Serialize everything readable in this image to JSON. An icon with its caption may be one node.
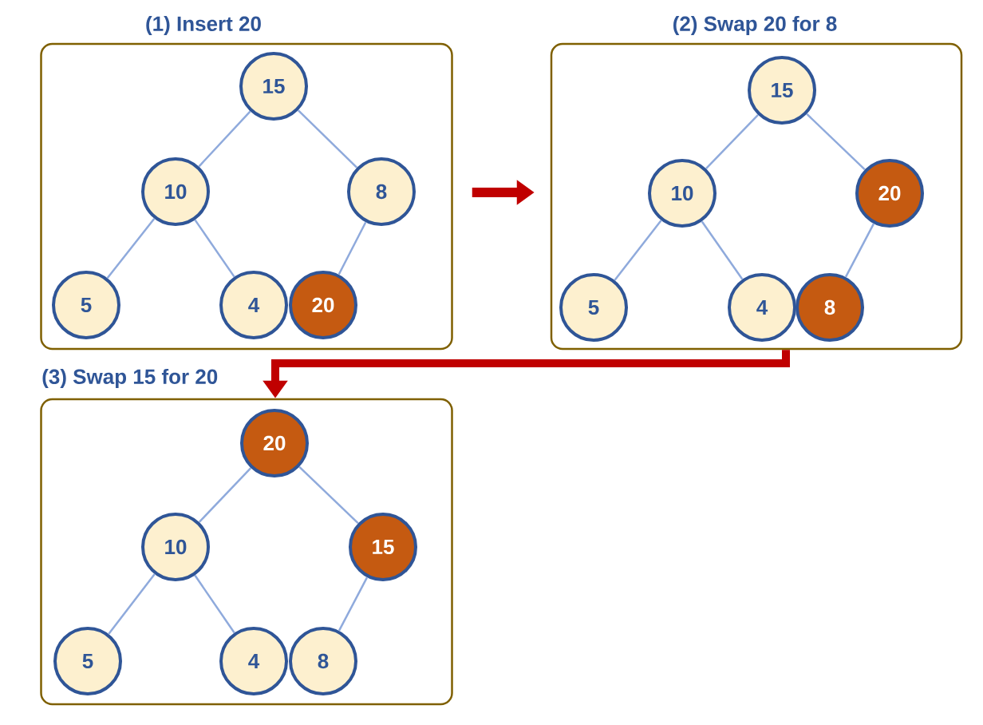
{
  "diagram": {
    "nodes": [
      {
        "text": [
          "(1) Insert 20"
        ]
      },
      {
        "text": [
          "15"
        ],
        "in": 0
      },
      {
        "text": [
          "10"
        ],
        "in": 0
      },
      {
        "text": [
          "8"
        ],
        "in": 0
      },
      {
        "text": [
          "5"
        ],
        "in": 0
      },
      {
        "text": [
          "4"
        ],
        "in": 0
      },
      {
        "text": [
          "20"
        ],
        "in": 0
      },
      {
        "text": [
          "(2) Swap 20 for 8"
        ]
      },
      {
        "text": [
          "15"
        ],
        "in": 7
      },
      {
        "text": [
          "10"
        ],
        "in": 7
      },
      {
        "text": [
          "20"
        ],
        "in": 7
      },
      {
        "text": [
          "5"
        ],
        "in": 7
      },
      {
        "text": [
          "4"
        ],
        "in": 7
      },
      {
        "text": [
          "8"
        ],
        "in": 7
      },
      {
        "text": [
          "(3) Swap 15 for 20"
        ]
      },
      {
        "text": [
          "20"
        ],
        "in": 14
      },
      {
        "text": [
          "10"
        ],
        "in": 14
      },
      {
        "text": [
          "15"
        ],
        "in": 14
      },
      {
        "text": [
          "5"
        ],
        "in": 14
      },
      {
        "text": [
          "4"
        ],
        "in": 14
      },
      {
        "text": [
          "8"
        ],
        "in": 14
      }
    ],
    "edges": [
      {
        "from": 1,
        "to": 2,
        "arrow": "none"
      },
      {
        "from": 1,
        "to": 3,
        "arrow": "none"
      },
      {
        "from": 2,
        "to": 4,
        "arrow": "none"
      },
      {
        "from": 2,
        "to": 5,
        "arrow": "none"
      },
      {
        "from": 3,
        "to": 6,
        "arrow": "none"
      },
      {
        "from": 8,
        "to": 9,
        "arrow": "none"
      },
      {
        "from": 8,
        "to": 10,
        "arrow": "none"
      },
      {
        "from": 9,
        "to": 11,
        "arrow": "none"
      },
      {
        "from": 9,
        "to": 12,
        "arrow": "none"
      },
      {
        "from": 10,
        "to": 13,
        "arrow": "none"
      },
      {
        "from": 15,
        "to": 16,
        "arrow": "none"
      },
      {
        "from": 15,
        "to": 17,
        "arrow": "none"
      },
      {
        "from": 16,
        "to": 18,
        "arrow": "none"
      },
      {
        "from": 16,
        "to": 19,
        "arrow": "none"
      },
      {
        "from": 17,
        "to": 20,
        "arrow": "none"
      },
      {
        "from": 0,
        "to": 7,
        "arrow": "to",
        "style": "thick",
        "color": "#c00000"
      },
      {
        "from": 7,
        "to": 14,
        "arrow": "to",
        "style": "thick",
        "color": "#c00000"
      }
    ]
  }
}
